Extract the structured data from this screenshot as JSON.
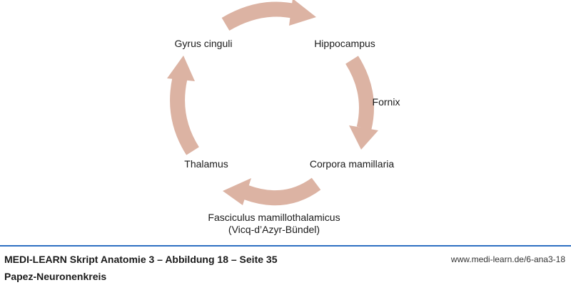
{
  "diagram": {
    "nodes": {
      "gyrus_cinguli": "Gyrus cinguli",
      "hippocampus": "Hippocampus",
      "corpora_mamillaria": "Corpora mamillaria",
      "thalamus": "Thalamus"
    },
    "edge_labels": {
      "fornix": "Fornix",
      "fasciculus_line1": "Fasciculus mamillothalamicus",
      "fasciculus_line2": "(Vicq-d’Azyr-Bündel)"
    },
    "arrow_color": "#dcb3a3"
  },
  "footer": {
    "title": "MEDI-LEARN Skript Anatomie 3 – Abbildung 18 – Seite 35",
    "url": "www.medi-learn.de/6-ana3-18",
    "subtitle": "Papez-Neuronenkreis",
    "rule_color": "#2d6fc2"
  }
}
